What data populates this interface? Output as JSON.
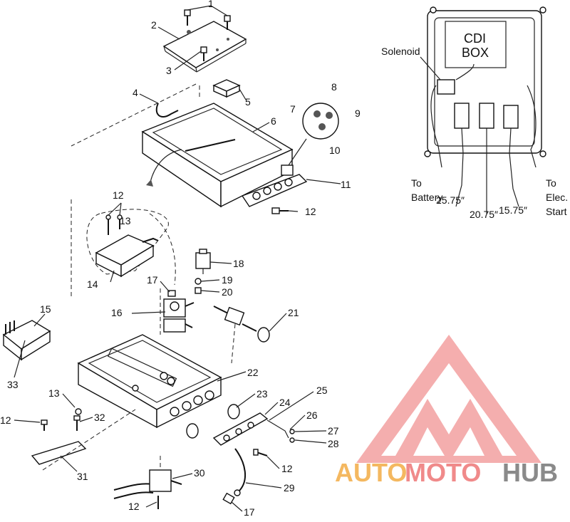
{
  "callouts": {
    "c1": "1",
    "c2": "2",
    "c3": "3",
    "c4": "4",
    "c5": "5",
    "c6": "6",
    "c7": "7",
    "c8": "8",
    "c9": "9",
    "c10": "10",
    "c11": "11",
    "c12a": "12",
    "c12b": "12",
    "c12c": "12",
    "c12d": "12",
    "c12e": "12",
    "c13a": "13",
    "c13b": "13",
    "c14": "14",
    "c15": "15",
    "c16": "16",
    "c17a": "17",
    "c17b": "17",
    "c18": "18",
    "c19": "19",
    "c20": "20",
    "c21": "21",
    "c22": "22",
    "c23": "23",
    "c24": "24",
    "c25": "25",
    "c26": "26",
    "c27": "27",
    "c28": "28",
    "c29": "29",
    "c30": "30",
    "c31": "31",
    "c32": "32",
    "c33": "33"
  },
  "inset": {
    "box_line1": "CDI",
    "box_line2": "BOX",
    "solenoid": "Solenoid",
    "to_battery_1": "To",
    "to_battery_2": "Battery",
    "to_elec_1": "To",
    "to_elec_2": "Elec.",
    "to_elec_3": "Start",
    "len_a": "25.75″",
    "len_b": "20.75″",
    "len_c": "15.75″"
  },
  "watermark": {
    "part1": "AUTO",
    "part2": "MOTO",
    "part3": "HUB",
    "color1": "#f4b860",
    "color2": "#f08a8a",
    "color3": "#8a8a8a"
  }
}
